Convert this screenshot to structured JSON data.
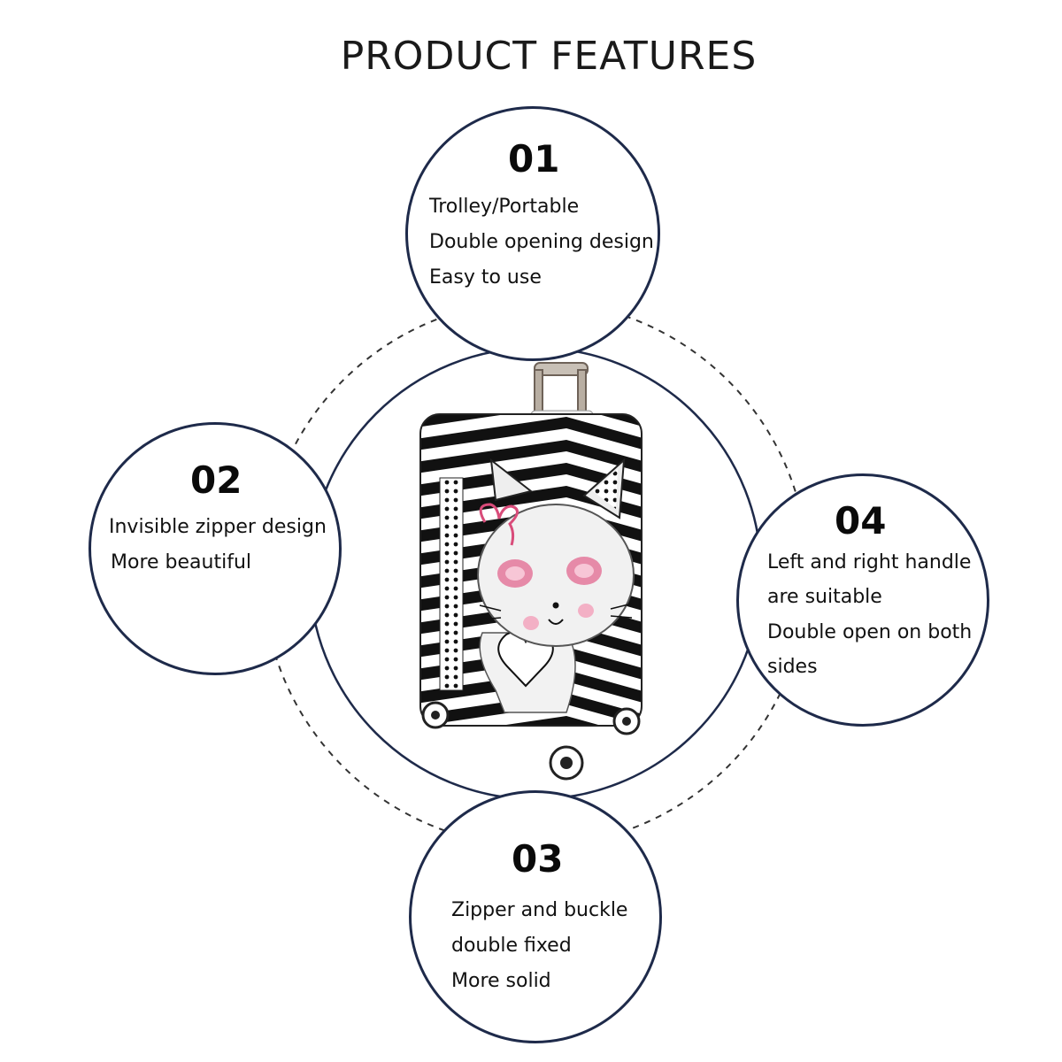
{
  "title": "PRODUCT FEATURES",
  "features": [
    {
      "number": "01",
      "lines": [
        "Trolley/Portable",
        "Double opening design",
        "Easy to use"
      ]
    },
    {
      "number": "02",
      "lines": [
        "Invisible zipper design",
        "More beautiful"
      ]
    },
    {
      "number": "03",
      "lines": [
        "Zipper and buckle",
        "double fixed",
        "More solid"
      ]
    },
    {
      "number": "04",
      "lines": [
        "Left and right handle",
        "are suitable",
        "Double open on both",
        "sides"
      ]
    }
  ],
  "colors": {
    "circle_border": "#1e2a4a",
    "accent_pink": "#e68aa8",
    "stripe_black": "#111111"
  },
  "icons": [
    "luggage-cover-cat-illustration"
  ]
}
